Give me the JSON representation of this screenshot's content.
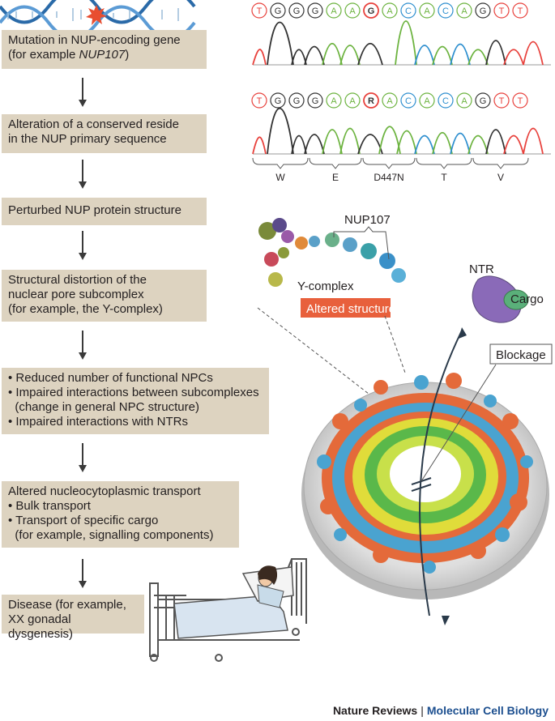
{
  "flow": {
    "step1": {
      "text": "Mutation in NUP-encoding gene",
      "text2": "(for example ",
      "gene": "NUP107",
      "close": ")"
    },
    "step2": {
      "line1": "Alteration of a conserved reside",
      "line2": "in the NUP primary sequence"
    },
    "step3": {
      "text": "Perturbed NUP protein structure"
    },
    "step4": {
      "line1": "Structural distortion of the",
      "line2": "nuclear pore subcomplex",
      "line3": "(for  example, the Y-complex)"
    },
    "step5": {
      "bullets": [
        "• Reduced number of functional NPCs",
        "• Impaired interactions between subcomplexes",
        "  (change in general NPC structure)",
        "• Impaired interactions with NTRs"
      ]
    },
    "step6": {
      "lines": [
        "Altered nucleocytoplasmic transport",
        "• Bulk transport",
        "• Transport of specific cargo",
        "  (for example, signalling components)"
      ]
    },
    "step7": {
      "line1": "Disease (for example,",
      "line2": "XX gonadal dysgenesis)"
    }
  },
  "sequence": {
    "top_bases": [
      "T",
      "G",
      "G",
      "G",
      "A",
      "A",
      "G",
      "A",
      "C",
      "A",
      "C",
      "A",
      "G",
      "T",
      "T"
    ],
    "bottom_bases": [
      "T",
      "G",
      "G",
      "G",
      "A",
      "A",
      "R",
      "A",
      "C",
      "A",
      "C",
      "A",
      "G",
      "T",
      "T"
    ],
    "codons": [
      "W",
      "E",
      "D447N",
      "T",
      "V"
    ],
    "colors": {
      "T": "#e8413c",
      "G": "#333333",
      "A": "#6cb33f",
      "C": "#2e8fcf",
      "R": "#333333"
    }
  },
  "labels": {
    "nup107": "NUP107",
    "y_complex": "Y-complex",
    "altered": "Altered structure",
    "ntr": "NTR",
    "cargo": "Cargo",
    "blockage": "Blockage"
  },
  "footer": {
    "journal1": "Nature Reviews",
    "sep": "|",
    "journal2": "Molecular Cell Biology"
  }
}
